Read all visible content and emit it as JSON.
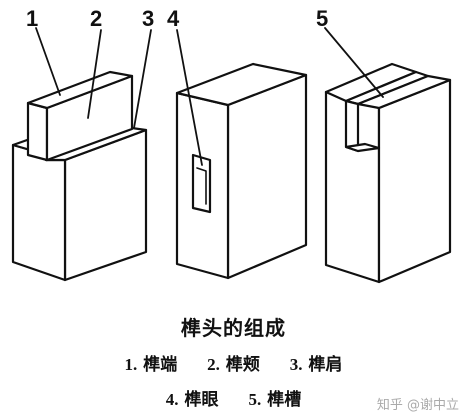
{
  "callouts": [
    "1",
    "2",
    "3",
    "4",
    "5"
  ],
  "caption": {
    "title": "榫头的组成",
    "items": [
      {
        "num": "1.",
        "label": "榫端"
      },
      {
        "num": "2.",
        "label": "榫颊"
      },
      {
        "num": "3.",
        "label": "榫肩"
      },
      {
        "num": "4.",
        "label": "榫眼"
      },
      {
        "num": "5.",
        "label": "榫槽"
      }
    ]
  },
  "watermark": "知乎 @谢中立"
}
